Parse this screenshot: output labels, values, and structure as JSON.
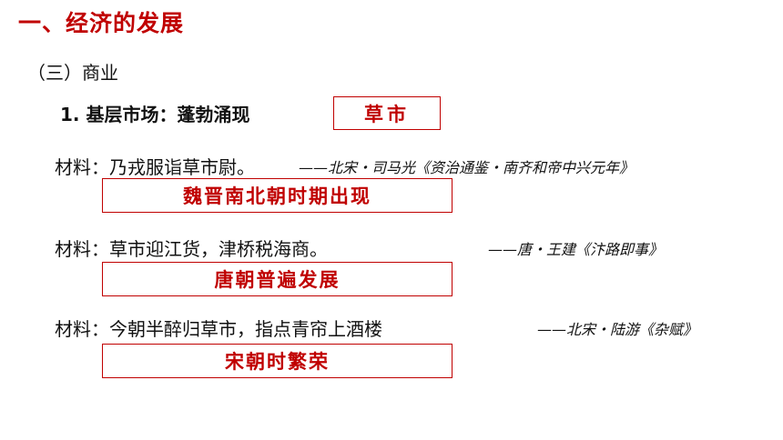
{
  "heading": "一、经济的发展",
  "section": "（三）商业",
  "point": {
    "label": "1. 基层市场：蓬勃涌现",
    "answer": "草市"
  },
  "materials": [
    {
      "text": "材料：乃戎服诣草市尉。",
      "source": "——北宋・司马光《资治通鉴・南齐和帝中兴元年》",
      "conclusion": "魏晋南北朝时期出现"
    },
    {
      "text": "材料：草市迎江货，津桥税海商。",
      "source": "——唐・王建《汴路即事》",
      "conclusion": "唐朝普遍发展"
    },
    {
      "text": "材料：今朝半醉归草市，指点青帘上酒楼",
      "source": "——北宋・陆游《杂赋》",
      "conclusion": "宋朝时繁荣"
    }
  ],
  "colors": {
    "accent": "#c00000",
    "text": "#111111"
  }
}
